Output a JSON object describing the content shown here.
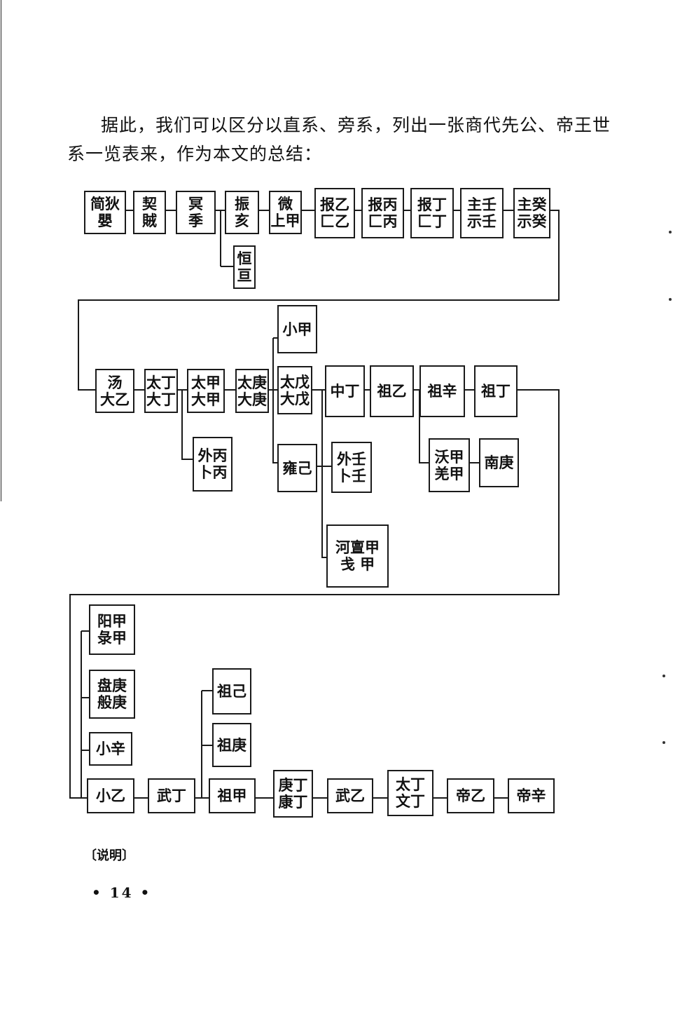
{
  "paragraph": {
    "line1": "据此，我们可以区分以直系、旁系，列出一张商代先公、帝王世",
    "line2": "系一览表来，作为本文的总结："
  },
  "note": "〔说明〕",
  "page_number": "• 14 •",
  "nodes": [
    {
      "id": "n-jiandi",
      "lines": [
        "简狄",
        "嬰"
      ]
    },
    {
      "id": "n-qi",
      "lines": [
        "契",
        "賊"
      ]
    },
    {
      "id": "n-ming",
      "lines": [
        "冥",
        "季"
      ]
    },
    {
      "id": "n-zhen",
      "lines": [
        "振",
        "亥"
      ]
    },
    {
      "id": "n-heng",
      "lines": [
        "恒",
        "亘"
      ]
    },
    {
      "id": "n-wei",
      "lines": [
        "微",
        "上甲"
      ]
    },
    {
      "id": "n-baoyi",
      "lines": [
        "报乙",
        "匚乙"
      ]
    },
    {
      "id": "n-baobing",
      "lines": [
        "报丙",
        "匚丙"
      ]
    },
    {
      "id": "n-baoding",
      "lines": [
        "报丁",
        "匚丁"
      ]
    },
    {
      "id": "n-zhuren",
      "lines": [
        "主壬",
        "示壬"
      ]
    },
    {
      "id": "n-zhugui",
      "lines": [
        "主癸",
        "示癸"
      ]
    },
    {
      "id": "n-tang",
      "lines": [
        "汤",
        "大乙"
      ]
    },
    {
      "id": "n-taiding",
      "lines": [
        "太丁",
        "大丁"
      ]
    },
    {
      "id": "n-taijia",
      "lines": [
        "太甲",
        "大甲"
      ]
    },
    {
      "id": "n-waibing",
      "lines": [
        "外丙",
        "卜丙"
      ]
    },
    {
      "id": "n-taigeng",
      "lines": [
        "太庚",
        "大庚"
      ]
    },
    {
      "id": "n-xiaojia",
      "lines": [
        "小甲"
      ]
    },
    {
      "id": "n-taiwu",
      "lines": [
        "太戊",
        "大戊"
      ]
    },
    {
      "id": "n-yongji",
      "lines": [
        "雍己"
      ]
    },
    {
      "id": "n-zhongding",
      "lines": [
        "中丁"
      ]
    },
    {
      "id": "n-zuyi",
      "lines": [
        "祖乙"
      ]
    },
    {
      "id": "n-zuxin",
      "lines": [
        "祖辛"
      ]
    },
    {
      "id": "n-zuding",
      "lines": [
        "祖丁"
      ]
    },
    {
      "id": "n-wairen",
      "lines": [
        "外壬",
        "卜壬"
      ]
    },
    {
      "id": "n-hetanjia",
      "lines": [
        "河亶甲",
        "戋 甲"
      ]
    },
    {
      "id": "n-wojia",
      "lines": [
        "沃甲",
        "羌甲"
      ]
    },
    {
      "id": "n-nangeng",
      "lines": [
        "南庚"
      ]
    },
    {
      "id": "n-yangjia",
      "lines": [
        "阳甲",
        "彔甲"
      ]
    },
    {
      "id": "n-pangeng",
      "lines": [
        "盘庚",
        "般庚"
      ]
    },
    {
      "id": "n-xiaoxin",
      "lines": [
        "小辛"
      ]
    },
    {
      "id": "n-xiaoyi",
      "lines": [
        "小乙"
      ]
    },
    {
      "id": "n-wuding",
      "lines": [
        "武丁"
      ]
    },
    {
      "id": "n-zuji",
      "lines": [
        "祖己"
      ]
    },
    {
      "id": "n-zugeng",
      "lines": [
        "祖庚"
      ]
    },
    {
      "id": "n-zujia",
      "lines": [
        "祖甲"
      ]
    },
    {
      "id": "n-gengding",
      "lines": [
        "庚丁",
        "康丁"
      ]
    },
    {
      "id": "n-wuyi",
      "lines": [
        "武乙"
      ]
    },
    {
      "id": "n-wending",
      "lines": [
        "太丁",
        "文丁"
      ]
    },
    {
      "id": "n-diyi",
      "lines": [
        "帝乙"
      ]
    },
    {
      "id": "n-dixin",
      "lines": [
        "帝辛"
      ]
    }
  ]
}
